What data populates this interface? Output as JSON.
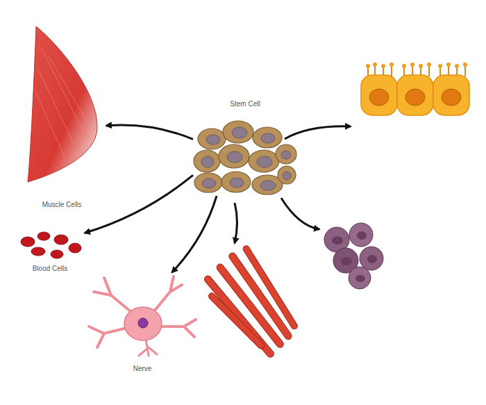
{
  "diagram": {
    "nodes": [
      {
        "text": [
          "Stem Cell"
        ]
      },
      {
        "text": [
          "Muscle Cells"
        ]
      },
      {
        "text": [
          "Blood Cells"
        ]
      },
      {
        "text": [
          "Nerve"
        ]
      }
    ],
    "edges": [
      {
        "from": 0,
        "to": 1,
        "arrow": "to"
      },
      {
        "from": 0,
        "to": 2,
        "arrow": "to"
      },
      {
        "from": 0,
        "to": 3,
        "arrow": "to"
      }
    ]
  }
}
